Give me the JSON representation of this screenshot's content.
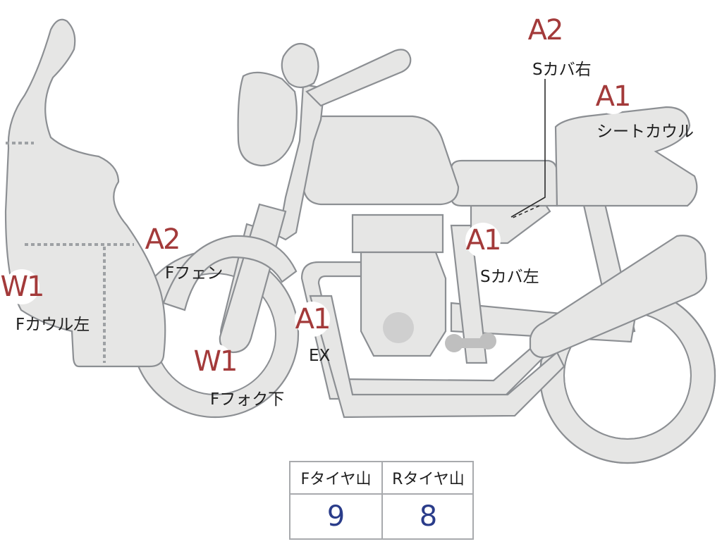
{
  "inspection_markers": [
    {
      "code": "A2",
      "part": "Sカバ右"
    },
    {
      "code": "A1",
      "part": "シートカウル"
    },
    {
      "code": "A2",
      "part": "Fフェン"
    },
    {
      "code": "A1",
      "part": "Sカバ左"
    },
    {
      "code": "W1",
      "part": "Fカウル左"
    },
    {
      "code": "A1",
      "part": "EX"
    },
    {
      "code": "W1",
      "part": "Fフォク下"
    }
  ],
  "tire_tread": {
    "front_label": "Fタイヤ山",
    "front_value": "9",
    "rear_label": "Rタイヤ山",
    "rear_value": "8"
  },
  "colors": {
    "code_text": "#a33a3a",
    "tread_value_text": "#2a3c8a",
    "part_fill": "#e6e6e5",
    "part_outline": "#8c8f93"
  }
}
